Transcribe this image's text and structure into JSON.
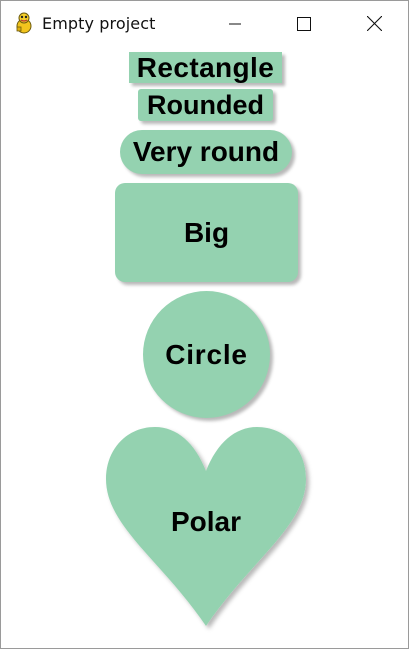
{
  "window": {
    "title": "Empty project",
    "app_icon": "pygame-snake-icon",
    "controls": {
      "minimize": "minimize-icon",
      "maximize": "maximize-icon",
      "close": "close-icon"
    }
  },
  "shapes": {
    "rectangle": "Rectangle",
    "rounded": "Rounded",
    "very_round": "Very round",
    "big": "Big",
    "circle": "Circle",
    "polar": "Polar"
  },
  "colors": {
    "shape_fill": "#94d2b0",
    "text": "#000000"
  }
}
